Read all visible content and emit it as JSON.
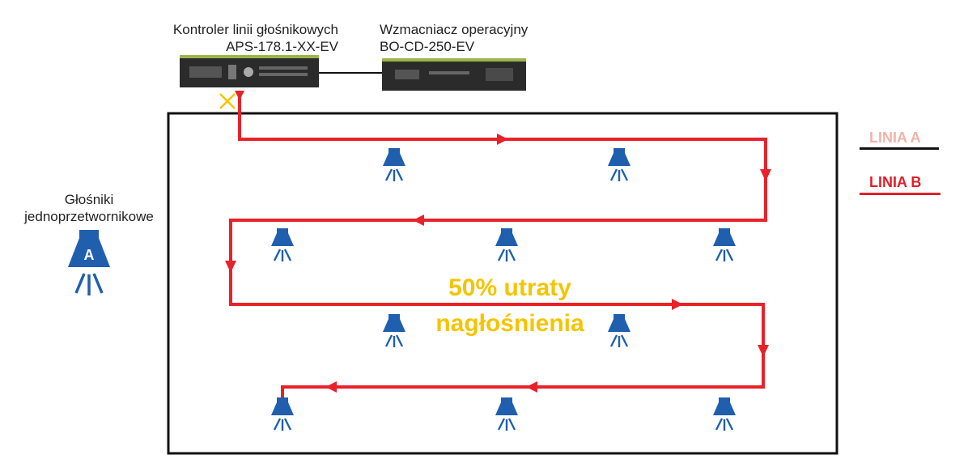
{
  "controller": {
    "line1": "Kontroler linii głośnikowych",
    "line2": "APS-178.1-XX-EV"
  },
  "amplifier": {
    "line1": "Wzmacniacz operacyjny",
    "line2": "BO-CD-250-EV"
  },
  "speaker_key": {
    "line1": "Głośniki",
    "line2": "jednoprzetwornikowe",
    "icon_letter": "A"
  },
  "loss_text": {
    "line1": "50% utraty",
    "line2": "nagłośnienia"
  },
  "legend": {
    "line_a": {
      "label": "LINIA A",
      "text_color": "#f0b4a8",
      "line_color": "#111111"
    },
    "line_b": {
      "label": "LINIA B",
      "text_color": "#e0202a",
      "line_color": "#e0202a"
    }
  },
  "colors": {
    "line_b": "#e8222a",
    "speaker": "#1f5fae",
    "loss": "#f5c400"
  }
}
